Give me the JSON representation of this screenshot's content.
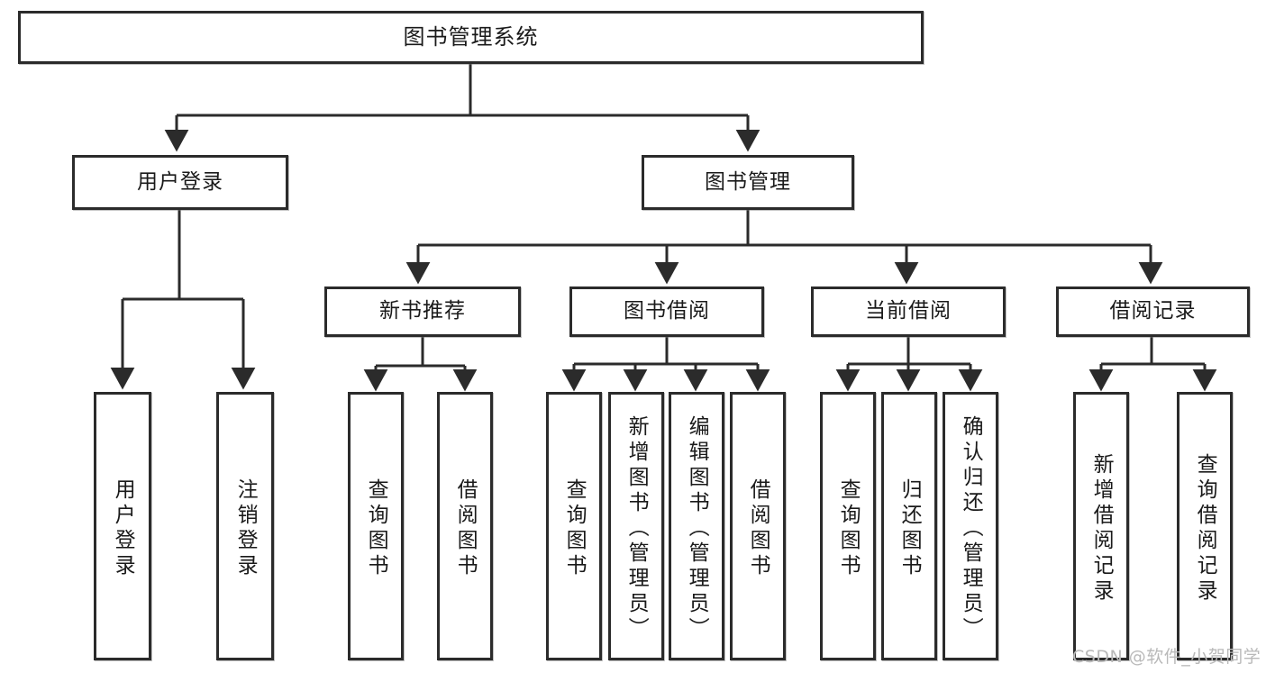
{
  "diagram": {
    "title": "图书管理系统",
    "type": "tree-hierarchy",
    "watermark": "CSDN @软件_小贺同学",
    "colors": {
      "border": "#2b2b2b",
      "background": "#ffffff",
      "text": "#1a1a1a",
      "watermark": "#b9b9b9"
    },
    "nodes": {
      "root": {
        "label": "图书管理系统"
      },
      "level1": [
        {
          "id": "user-login",
          "label": "用户登录"
        },
        {
          "id": "book-manage",
          "label": "图书管理"
        }
      ],
      "level2": [
        {
          "id": "new-book-rec",
          "label": "新书推荐"
        },
        {
          "id": "book-borrow",
          "label": "图书借阅"
        },
        {
          "id": "current-borrow",
          "label": "当前借阅"
        },
        {
          "id": "borrow-record",
          "label": "借阅记录"
        }
      ],
      "leaves": {
        "user_login": [
          {
            "id": "leaf-user-login",
            "label": "用户登录"
          },
          {
            "id": "leaf-logout-login",
            "label": "注销登录"
          }
        ],
        "new_book_rec": [
          {
            "id": "leaf-query-book-1",
            "label": "查询图书"
          },
          {
            "id": "leaf-borrow-book-1",
            "label": "借阅图书"
          }
        ],
        "book_borrow": [
          {
            "id": "leaf-query-book-2",
            "label": "查询图书"
          },
          {
            "id": "leaf-add-book",
            "label": "新增图书（管理员）"
          },
          {
            "id": "leaf-edit-book",
            "label": "编辑图书（管理员）"
          },
          {
            "id": "leaf-borrow-book-2",
            "label": "借阅图书"
          }
        ],
        "current_borrow": [
          {
            "id": "leaf-query-book-3",
            "label": "查询图书"
          },
          {
            "id": "leaf-return-book",
            "label": "归还图书"
          },
          {
            "id": "leaf-confirm-return",
            "label": "确认归还（管理员）"
          }
        ],
        "borrow_record": [
          {
            "id": "leaf-add-record",
            "label": "新增借阅记录"
          },
          {
            "id": "leaf-query-record",
            "label": "查询借阅记录"
          }
        ]
      }
    }
  }
}
